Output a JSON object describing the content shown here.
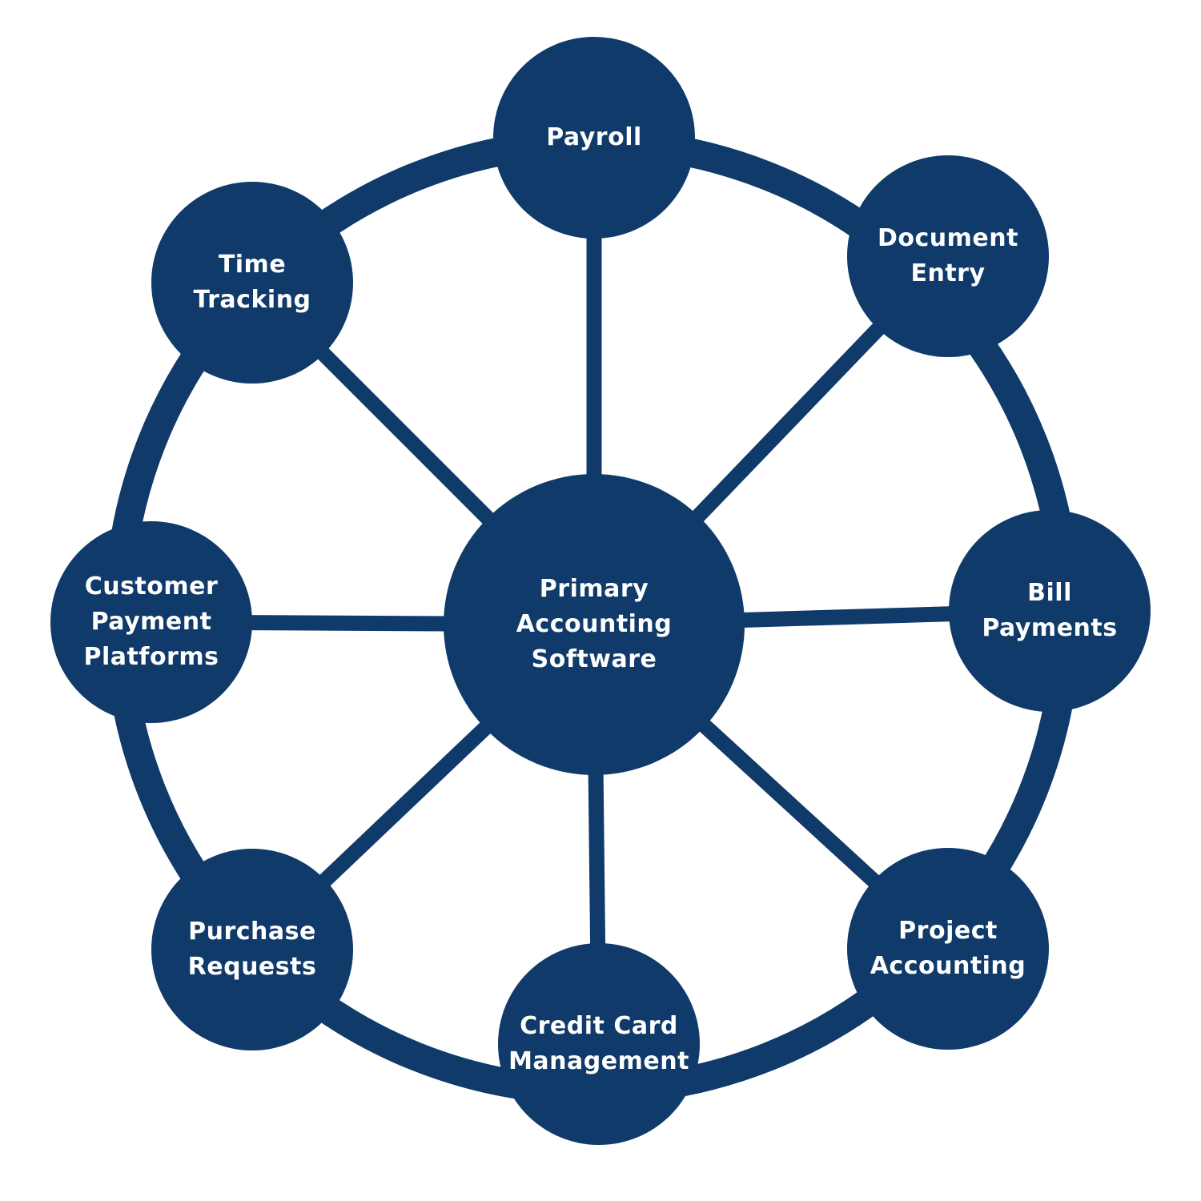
{
  "colors": {
    "primary": "#0f3a6a",
    "background": "#ffffff",
    "text": "#ffffff"
  },
  "hub": {
    "lines": [
      "Primary",
      "Accounting",
      "Software"
    ]
  },
  "spokes": [
    {
      "id": "payroll",
      "lines": [
        "Payroll"
      ]
    },
    {
      "id": "document-entry",
      "lines": [
        "Document",
        "Entry"
      ]
    },
    {
      "id": "bill-payments",
      "lines": [
        "Bill",
        "Payments"
      ]
    },
    {
      "id": "project-accounting",
      "lines": [
        "Project",
        "Accounting"
      ]
    },
    {
      "id": "credit-card-management",
      "lines": [
        "Credit Card",
        "Management"
      ]
    },
    {
      "id": "purchase-requests",
      "lines": [
        "Purchase",
        "Requests"
      ]
    },
    {
      "id": "customer-payment-platforms",
      "lines": [
        "Customer",
        "Payment",
        "Platforms"
      ]
    },
    {
      "id": "time-tracking",
      "lines": [
        "Time",
        "Tracking"
      ]
    }
  ]
}
